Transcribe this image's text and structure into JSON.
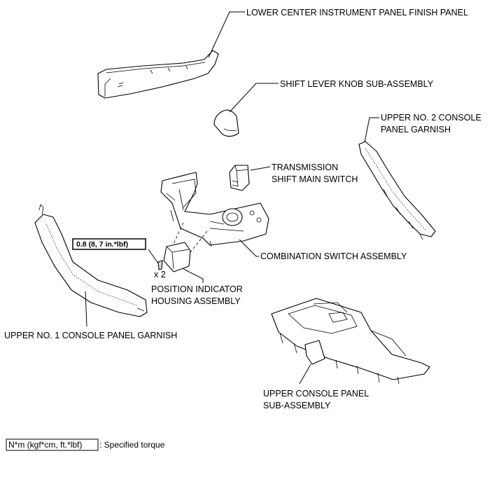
{
  "labels": {
    "lower_center_panel": "LOWER CENTER INSTRUMENT PANEL FINISH PANEL",
    "shift_knob": "SHIFT LEVER KNOB SUB-ASSEMBLY",
    "upper_no2_line1": "UPPER NO. 2 CONSOLE",
    "upper_no2_line2": "PANEL GARNISH",
    "transmission_line1": "TRANSMISSION",
    "transmission_line2": "SHIFT MAIN SWITCH",
    "combination_switch": "COMBINATION SWITCH ASSEMBLY",
    "position_line1": "POSITION INDICATOR",
    "position_line2": "HOUSING ASSEMBLY",
    "upper_no1": "UPPER NO. 1 CONSOLE PANEL GARNISH",
    "upper_console_line1": "UPPER CONSOLE PANEL",
    "upper_console_line2": "SUB-ASSEMBLY"
  },
  "torque": {
    "value": "0.8 (8, 7 in.*lbf)",
    "quantity": "x 2"
  },
  "legend": {
    "unit": "N*m (kgf*cm, ft.*lbf)",
    "description": ": Specified torque"
  }
}
